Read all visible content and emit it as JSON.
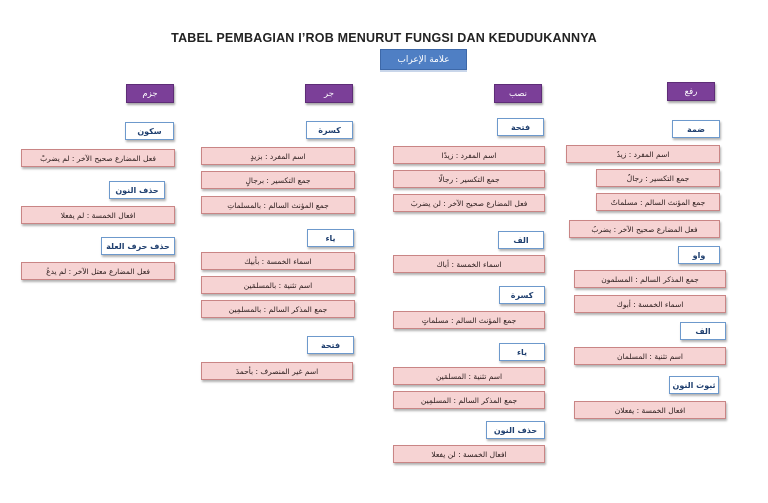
{
  "title": "TABEL PEMBAGIAN I’ROB MENURUT FUNGSI DAN KEDUDUKANNYA",
  "subtitle": "علامة الإعراب",
  "categories": {
    "rafa": "رفع",
    "nasab": "نصب",
    "jar": "جر",
    "jazm": "جزم"
  },
  "rafa": {
    "dhammah": "ضمة",
    "dhammah_items": [
      "اسم المفرد : زيدٌ",
      "جمع التكسير : رجالٌ",
      "جمع المؤنث السالم : مسلماتٌ",
      "فعل المضارع صحيح الآخر : يضربُ"
    ],
    "wau": "واو",
    "wau_items": [
      "جمع المذكر السالم : المسلمون",
      "اسماء الخمسة : أبوك"
    ],
    "alif": "الف",
    "alif_items": [
      "اسم تثنية : المسلمان"
    ],
    "nun": "ثبوت النون",
    "nun_items": [
      "افعال الخمسة : يفعلان"
    ]
  },
  "nasab": {
    "fathah": "فتحة",
    "fathah_items": [
      "اسم المفرد : زيدًا",
      "جمع التكسير : رجالًا",
      "فعل المضارع صحيح الآخر : لن يضربَ"
    ],
    "alif": "الف",
    "alif_items": [
      "اسماء الخمسة : أباك"
    ],
    "kasrah": "كسرة",
    "kasrah_items": [
      "جمع المؤنث السالم : مسلماتٍ"
    ],
    "ya": "ياء",
    "ya_items": [
      "اسم تثنية : المسلمَين",
      "جمع المذكر السالم : المسلمِين"
    ],
    "hadzfun_nun": "حذف النون",
    "hadzfun_nun_items": [
      "افعال الخمسة : لن يفعلا"
    ]
  },
  "jar": {
    "kasrah": "كسرة",
    "kasrah_items": [
      "اسم المفرد : بزيدٍ",
      "جمع التكسير : برجالٍ",
      "جمع المؤنث السالم : بالمسلماتِ"
    ],
    "ya": "ياء",
    "ya_items": [
      "اسماء الخمسة : بأبيك",
      "اسم تثنية : بالمسلمَين",
      "جمع المذكر السالم : بالمسلمِين"
    ],
    "fathah": "فتحة",
    "fathah_items": [
      "اسم غير المنصرف : بأحمدَ"
    ]
  },
  "jazm": {
    "sukun": "سكون",
    "sukun_items": [
      "فعل المضارع صحيح الآخر : لم يضربْ"
    ],
    "hadzfun_nun": "حذف النون",
    "hadzfun_nun_items": [
      "افعال الخمسة : لم يفعلا"
    ],
    "hadzfu_harf": "حذف حرف العلة",
    "hadzfu_harf_items": [
      "فعل المضارع معتل الآخر : لم يدعُ"
    ]
  }
}
